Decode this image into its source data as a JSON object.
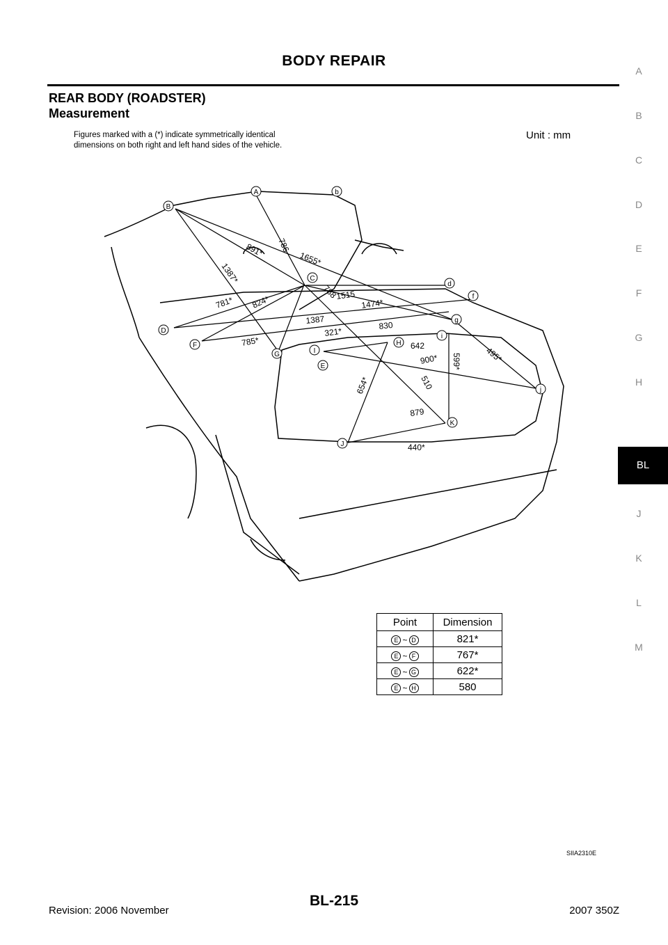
{
  "header": {
    "title": "BODY REPAIR"
  },
  "section": {
    "title": "REAR BODY (ROADSTER)",
    "subtitle": "Measurement"
  },
  "side_index": [
    "A",
    "B",
    "C",
    "D",
    "E",
    "F",
    "G",
    "H",
    "BL",
    "J",
    "K",
    "L",
    "M"
  ],
  "side_index_active": "BL",
  "figure": {
    "note": "Figures marked with a (*) indicate symmetrically identical dimensions on both right and left hand sides of the vehicle.",
    "unit": "Unit : mm",
    "id": "SIIA2310E",
    "points": [
      "A",
      "b",
      "B",
      "C",
      "d",
      "f",
      "g",
      "D",
      "F",
      "G",
      "H",
      "i",
      "I",
      "E",
      "j",
      "J",
      "K"
    ],
    "dimensions": [
      "786",
      "891*",
      "1655*",
      "1387*",
      "788",
      "1515",
      "1474*",
      "781*",
      "824*",
      "1387",
      "830",
      "321*",
      "785*",
      "642",
      "900*",
      "495*",
      "599*",
      "510",
      "654*",
      "879",
      "440*"
    ]
  },
  "table": {
    "headers": [
      "Point",
      "Dimension"
    ],
    "rows": [
      {
        "from": "E",
        "sep": "~",
        "to": "D",
        "value": "821*"
      },
      {
        "from": "E",
        "sep": "~",
        "to": "F",
        "value": "767*"
      },
      {
        "from": "E",
        "sep": "~",
        "to": "G",
        "value": "622*"
      },
      {
        "from": "E",
        "sep": "~",
        "to": "H",
        "value": "580"
      }
    ]
  },
  "footer": {
    "revision": "Revision: 2006 November",
    "page": "BL-215",
    "model": "2007 350Z"
  }
}
